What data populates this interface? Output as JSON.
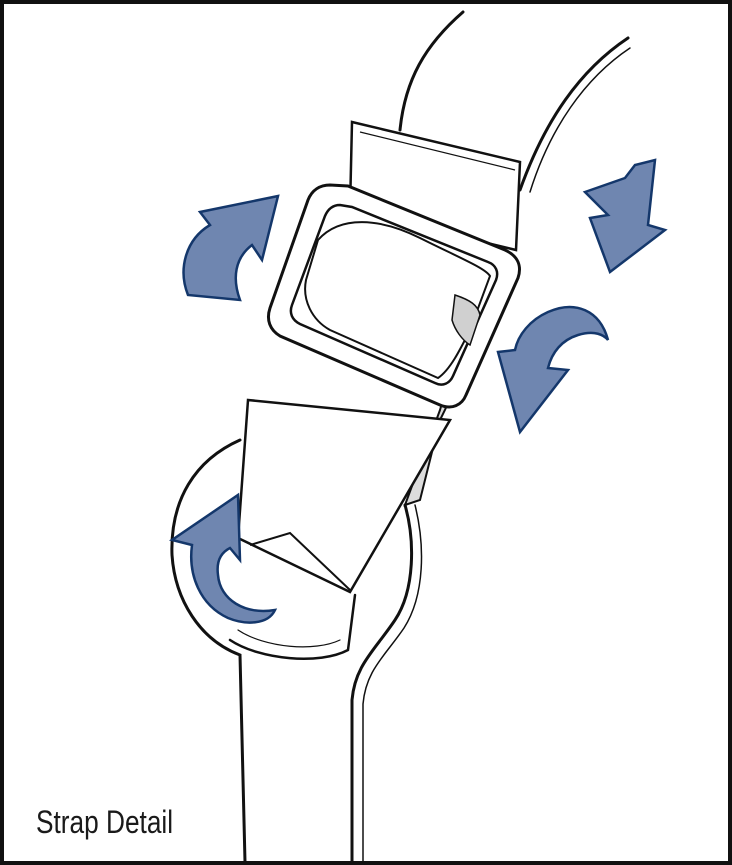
{
  "caption": "Strap Detail",
  "colors": {
    "arrow_fill": "#6f86b0",
    "arrow_stroke": "#14376b",
    "line": "#111111",
    "frame": "#111111"
  },
  "icons": {
    "arrows": [
      "curved-arrow-up",
      "arrow-down",
      "curved-arrow-down",
      "curved-arrow-up"
    ]
  }
}
